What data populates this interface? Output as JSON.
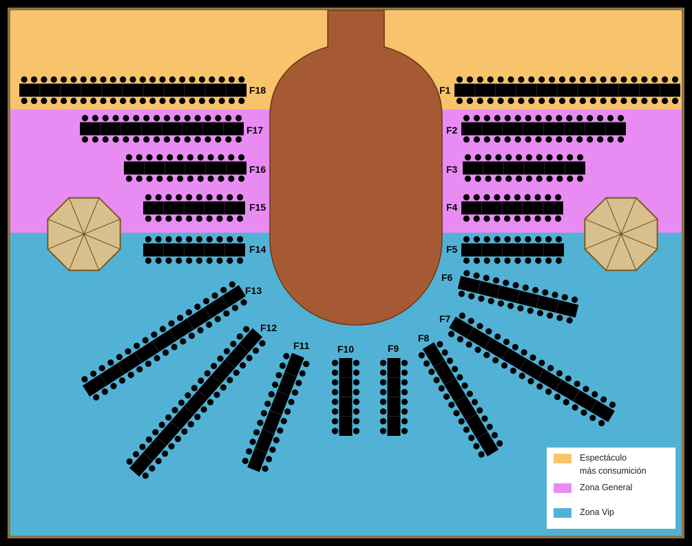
{
  "colors": {
    "frame": "#8a7347",
    "zone_show": "#f7c46c",
    "zone_general": "#e88cf4",
    "zone_vip": "#52b2d6",
    "stage": "#a65a34",
    "stage_outline": "#6e3516",
    "table": "#000000",
    "umbrella": "#d8c08e"
  },
  "rows": [
    {
      "label": "F1"
    },
    {
      "label": "F2"
    },
    {
      "label": "F3"
    },
    {
      "label": "F4"
    },
    {
      "label": "F5"
    },
    {
      "label": "F6"
    },
    {
      "label": "F7"
    },
    {
      "label": "F8"
    },
    {
      "label": "F9"
    },
    {
      "label": "F10"
    },
    {
      "label": "F11"
    },
    {
      "label": "F12"
    },
    {
      "label": "F13"
    },
    {
      "label": "F14"
    },
    {
      "label": "F15"
    },
    {
      "label": "F16"
    },
    {
      "label": "F17"
    },
    {
      "label": "F18"
    }
  ],
  "legend": {
    "items": [
      {
        "lines": [
          "Espectáculo",
          "más consumición"
        ],
        "color": "#f7c46c"
      },
      {
        "lines": [
          "Zona General"
        ],
        "color": "#e88cf4"
      },
      {
        "lines": [
          "Zona Vip"
        ],
        "color": "#52b2d6"
      }
    ]
  }
}
